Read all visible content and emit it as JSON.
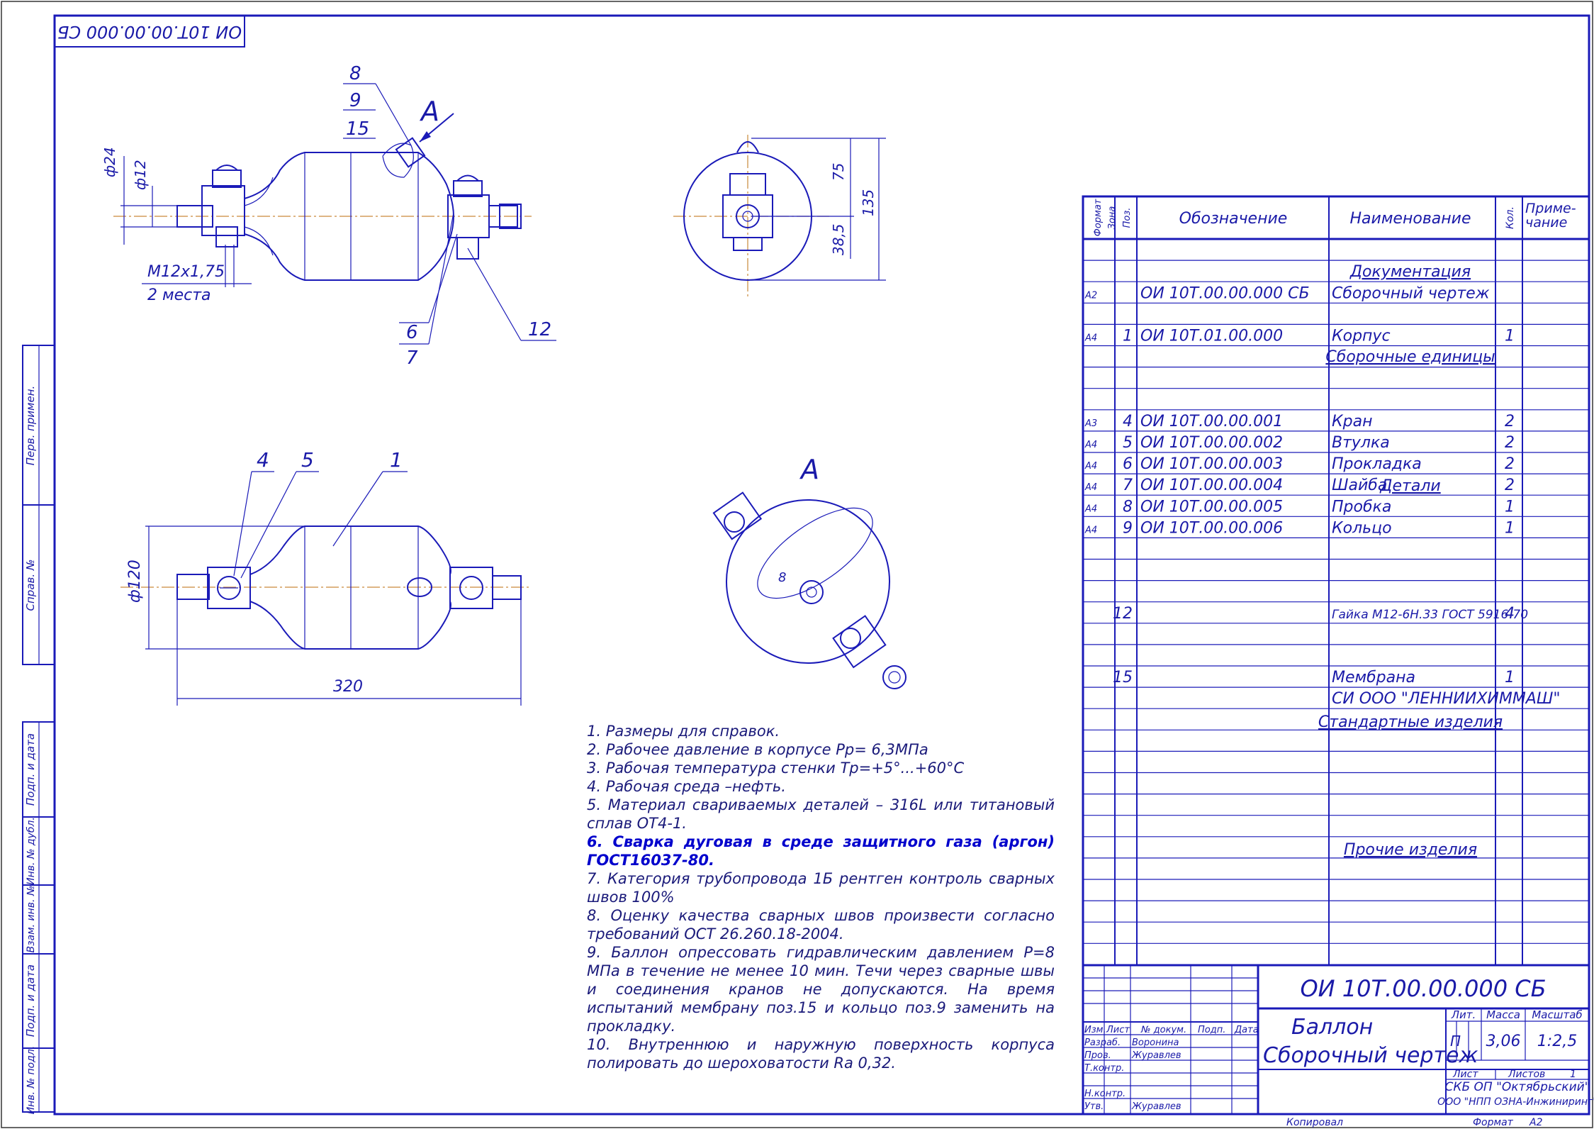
{
  "stamp_top": "ОИ 10Т.00.00.000 СБ",
  "side_labels": [
    "Перв. примен.",
    "Справ. №",
    "Подп. и дата",
    "Инв. № дубл.",
    "Взам. инв. №",
    "Подп. и дата",
    "Инв. № подл."
  ],
  "view_labels": {
    "callout_8": "8",
    "callout_9": "9",
    "callout_15": "15",
    "arrow_a": "А",
    "callout_6": "6",
    "callout_7": "7",
    "callout_12": "12",
    "callout_4": "4",
    "callout_5": "5",
    "callout_1": "1",
    "dim_d24": "ф24",
    "dim_d12": "ф12",
    "dim_thread": "М12х1,75",
    "dim_places": "2 места",
    "dim_75": "75",
    "dim_385": "38,5",
    "dim_135": "135",
    "dim_d120": "ф120",
    "dim_320": "320",
    "view_a": "А",
    "dim_8": "8"
  },
  "notes": [
    "1. Размеры для справок.",
    "2. Рабочее давление в корпусе Рр= 6,3МПа",
    "3. Рабочая температура стенки Тр=+5°...+60°С",
    "4. Рабочая среда –нефть.",
    "5. Материал свариваемых деталей – 316L или титановый сплав ОТ4-1.",
    "6. Сварка дуговая в среде защитного газа (аргон) ГОСТ16037-80.",
    "7. Категория трубопровода 1Б рентген контроль сварных швов 100%",
    "8. Оценку качества сварных швов произвести согласно требований ОСТ 26.260.18-2004.",
    "9. Баллон опрессовать гидравлическим давлением Р=8 МПа в течение не менее 10 мин. Течи через сварные швы и соединения кранов не допускаются. На время испытаний мембрану поз.15 и кольцо поз.9 заменить на прокладку.",
    "10. Внутреннюю и наружную поверхность корпуса полировать до шероховатости Ra 0,32."
  ],
  "spec": {
    "headers": {
      "format": "Формат",
      "zone": "Зона",
      "pos": "Поз.",
      "designation": "Обозначение",
      "name": "Наименование",
      "qty": "Кол.",
      "note": "Приме- чание"
    },
    "sections": {
      "docs": "Документация",
      "assemblies": "Сборочные единицы",
      "parts": "Детали",
      "standard": "Стандартные изделия",
      "other": "Прочие изделия"
    },
    "rows": [
      {
        "format": "А2",
        "pos": "",
        "designation": "ОИ 10Т.00.00.000 СБ",
        "name": "Сборочный чертеж",
        "qty": ""
      },
      {
        "format": "А4",
        "pos": "1",
        "designation": "ОИ 10Т.01.00.000",
        "name": "Корпус",
        "qty": "1"
      },
      {
        "format": "А3",
        "pos": "4",
        "designation": "ОИ 10Т.00.00.001",
        "name": "Кран",
        "qty": "2"
      },
      {
        "format": "А4",
        "pos": "5",
        "designation": "ОИ 10Т.00.00.002",
        "name": "Втулка",
        "qty": "2"
      },
      {
        "format": "А4",
        "pos": "6",
        "designation": "ОИ 10Т.00.00.003",
        "name": "Прокладка",
        "qty": "2"
      },
      {
        "format": "А4",
        "pos": "7",
        "designation": "ОИ 10Т.00.00.004",
        "name": "Шайба",
        "qty": "2"
      },
      {
        "format": "А4",
        "pos": "8",
        "designation": "ОИ 10Т.00.00.005",
        "name": "Пробка",
        "qty": "1"
      },
      {
        "format": "А4",
        "pos": "9",
        "designation": "ОИ 10Т.00.00.006",
        "name": "Кольцо",
        "qty": "1"
      },
      {
        "format": "",
        "pos": "12",
        "designation": "",
        "name": "Гайка М12-6Н.33 ГОСТ 5916-70",
        "qty": "4"
      },
      {
        "format": "",
        "pos": "15",
        "designation": "",
        "name": "Мембрана",
        "qty": "1"
      },
      {
        "format": "",
        "pos": "",
        "designation": "",
        "name": "СИ ООО \"ЛЕННИИХИММАШ\"",
        "qty": ""
      }
    ]
  },
  "title_block": {
    "designation": "ОИ 10Т.00.00.000 СБ",
    "name_line1": "Баллон",
    "name_line2": "Сборочный чертеж",
    "lit_label": "Лит.",
    "mass_label": "Масса",
    "scale_label": "Масштаб",
    "lit": "П",
    "mass": "3,06",
    "scale": "1:2,5",
    "sheet_label": "Лист",
    "sheets_label": "Листов",
    "sheets": "1",
    "org_line1": "СКБ ОП \"Октябрьский\"",
    "org_line2": "ООО \"НПП ОЗНА-Инжиниринг\"",
    "col_izm": "Изм.",
    "col_list": "Лист",
    "col_doc": "№ докум.",
    "col_sign": "Подп.",
    "col_date": "Дата",
    "role_dev": "Разраб.",
    "name_dev": "Воронина",
    "role_check": "Пров.",
    "name_check": "Журавлев",
    "role_tcontrol": "Т.контр.",
    "role_ncontrol": "Н.контр.",
    "role_approve": "Утв.",
    "name_approve": "Журавлев",
    "copied": "Копировал",
    "format": "Формат",
    "format_value": "А2"
  }
}
